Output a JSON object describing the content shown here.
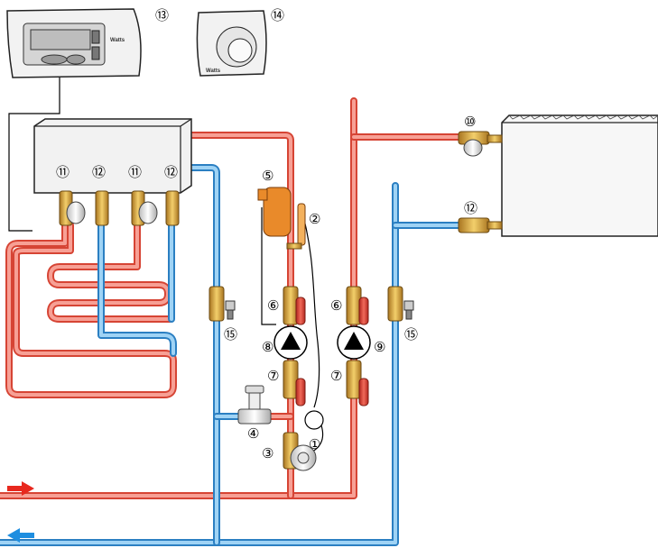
{
  "labels": {
    "n1": "①",
    "n2": "②",
    "n3": "③",
    "n4": "④",
    "n5": "⑤",
    "n6a": "⑥",
    "n6b": "⑥",
    "n7a": "⑦",
    "n7b": "⑦",
    "n8": "⑧",
    "n9": "⑨",
    "n10": "⑩",
    "n11a": "⑪",
    "n11b": "⑪",
    "n12a": "⑫",
    "n12b": "⑫",
    "n12c": "⑫",
    "n13": "⑬",
    "n14": "⑭",
    "n15a": "⑮",
    "n15b": "⑮"
  },
  "brand": {
    "controller": "Watts",
    "thermostat": "Watts"
  },
  "colors": {
    "supply": "#f0604f",
    "return": "#4aa8e0",
    "valve_brass": "#d9a441",
    "handle": "#e0453a",
    "housing": "#f2f2f2"
  },
  "flow_arrows": {
    "supply_arrow": "arrow-right-red",
    "return_arrow": "arrow-left-blue"
  }
}
